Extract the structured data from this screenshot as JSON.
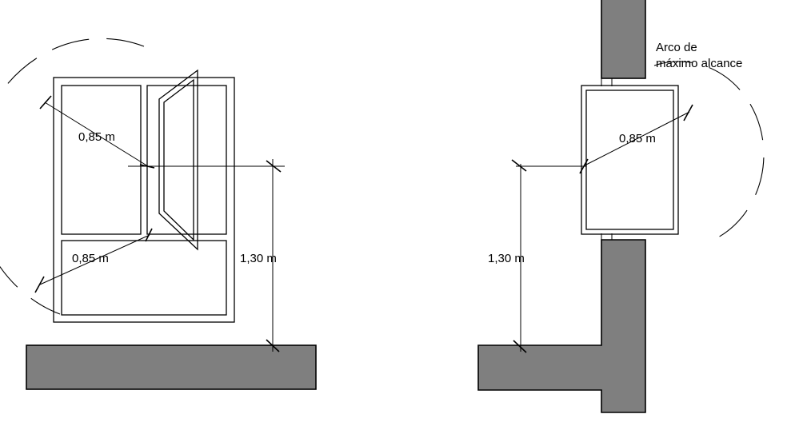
{
  "left_view": {
    "reach_label_upper": "0,85 m",
    "reach_label_lower": "0,85 m",
    "height_label": "1,30 m"
  },
  "right_view": {
    "arc_label_line1": "Arco de",
    "arc_label_line2": "máximo alcance",
    "reach_label": "0,85 m",
    "height_label": "1,30 m"
  },
  "colors": {
    "wall_fill": "#7f7f7f",
    "line": "#000000",
    "background": "#ffffff"
  }
}
